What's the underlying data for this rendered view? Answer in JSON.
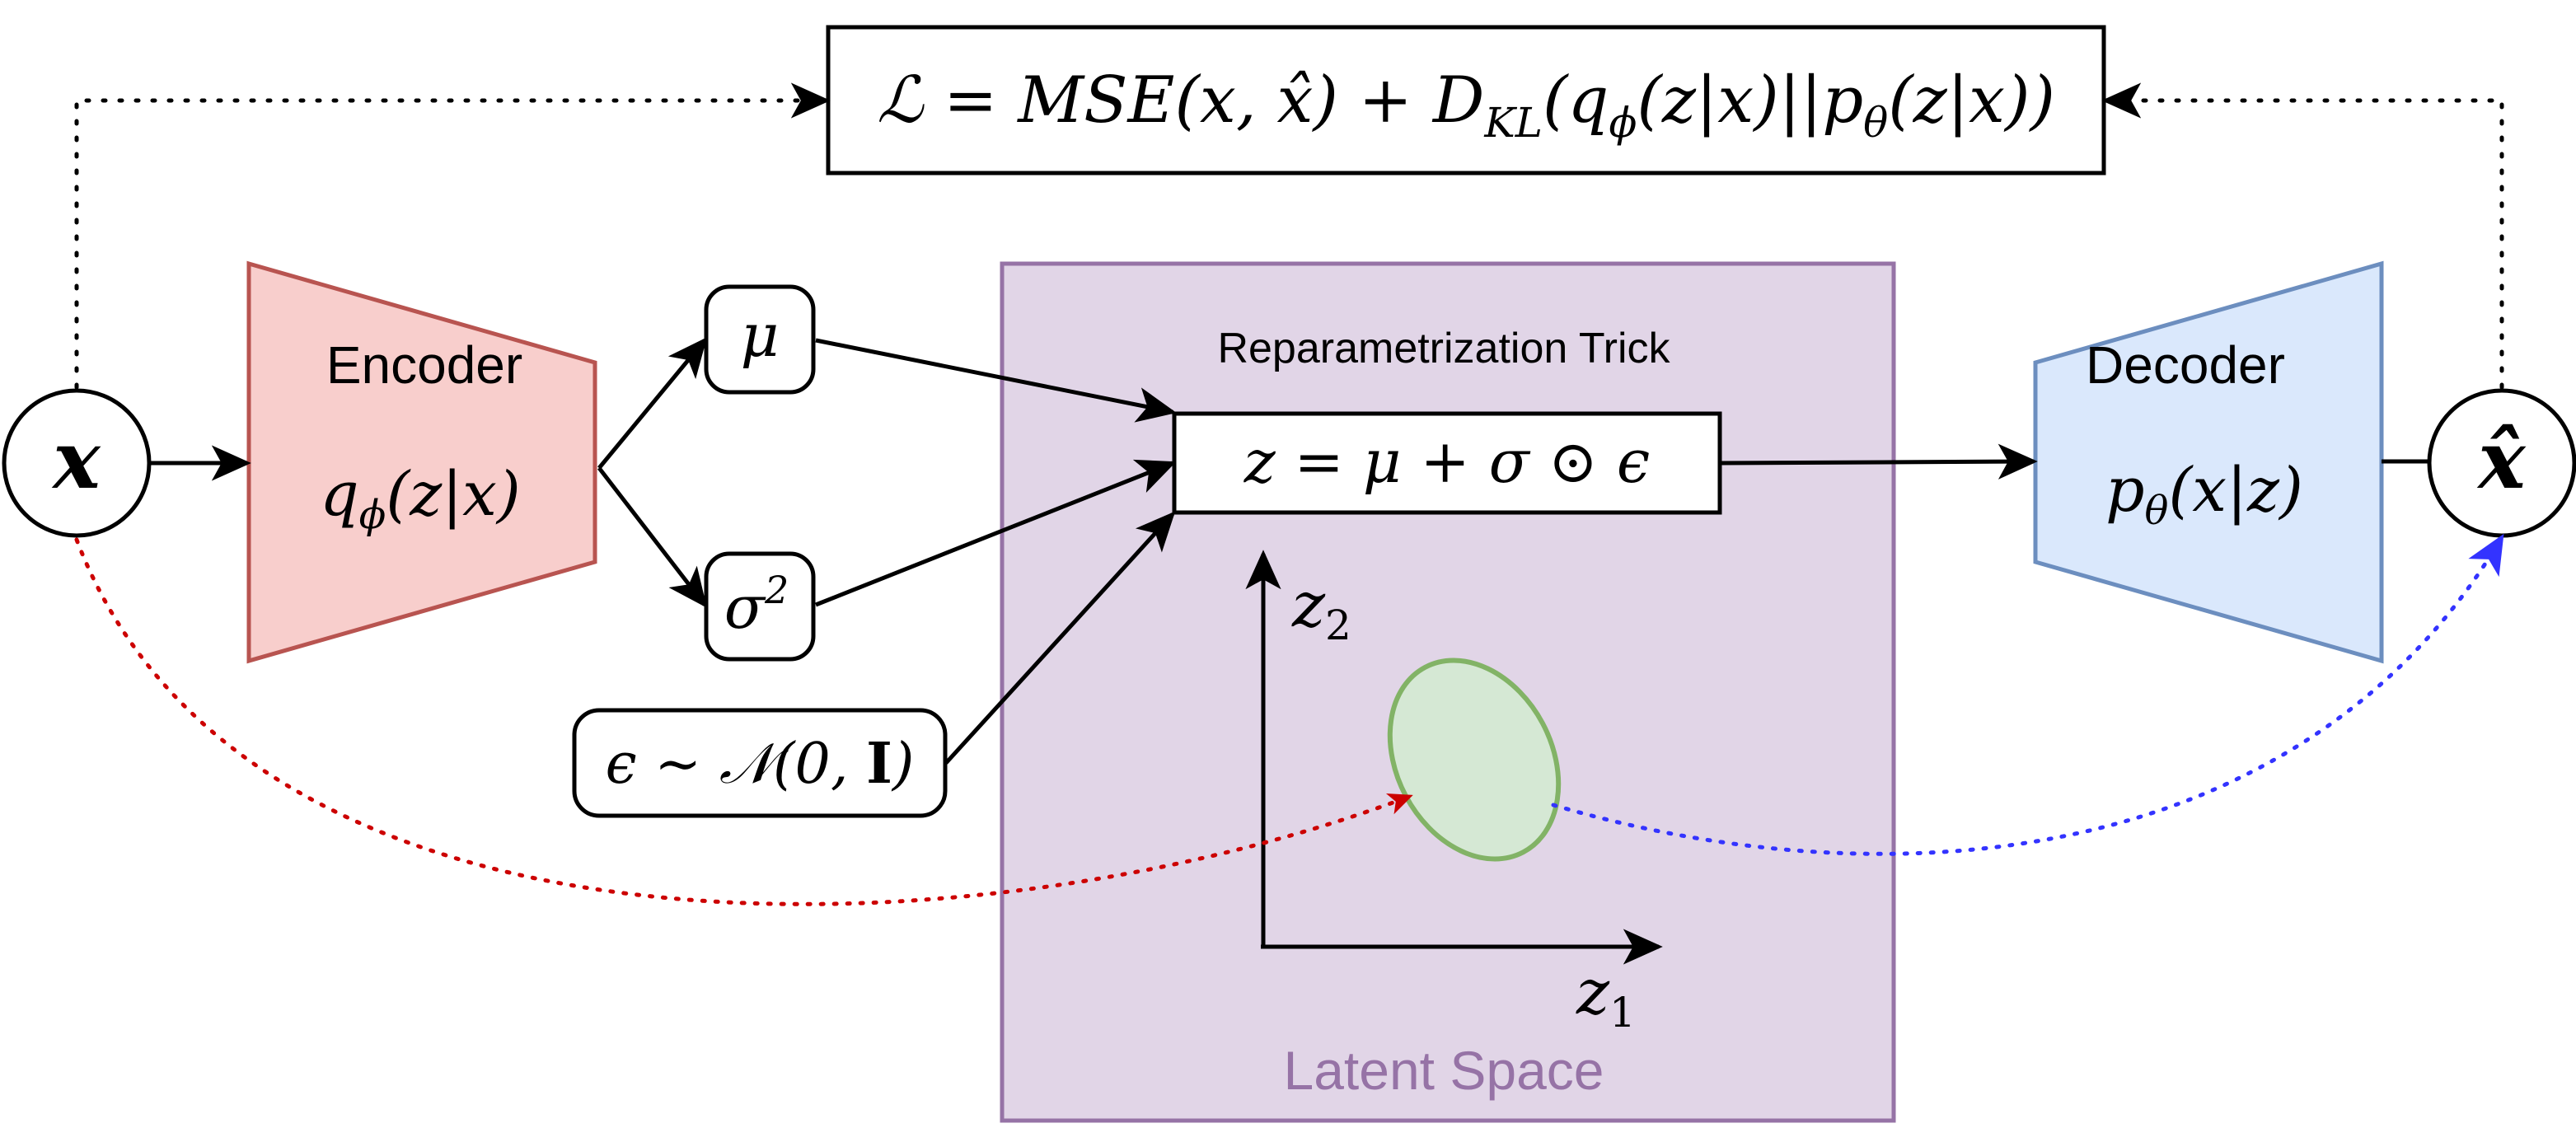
{
  "loss": {
    "text": "ℒ = MSE(x, x̂) + D",
    "kl_sub": "KL",
    "kl_rest": "(q",
    "q_sub": "ϕ",
    "q_rest": "(z|x)||p",
    "p_sub": "θ",
    "p_rest": "(z|x))"
  },
  "input_node": {
    "symbol": "x"
  },
  "output_node": {
    "symbol": "x̂"
  },
  "encoder": {
    "title": "Encoder",
    "formula_q": "q",
    "formula_sub": "ϕ",
    "formula_rest": "(z|x)"
  },
  "decoder": {
    "title": "Decoder",
    "formula_p": "p",
    "formula_sub": "θ",
    "formula_rest": "(x|z)"
  },
  "mu_node": {
    "symbol": "μ"
  },
  "sigma_node": {
    "symbol": "σ",
    "exp": "2"
  },
  "epsilon_node": {
    "text_a": "ϵ ∼ ",
    "text_n": "𝒩",
    "text_b": "(0, ",
    "text_i": "I",
    "text_c": ")"
  },
  "latent_space": {
    "label": "Latent Space",
    "caption": "Reparametrization Trick",
    "formula": "z = μ + σ ⊙ ϵ",
    "axis_x": "z",
    "axis_x_sub": "1",
    "axis_y": "z",
    "axis_y_sub": "2"
  },
  "colors": {
    "encoder_fill": "#f8cecc",
    "encoder_stroke": "#b85450",
    "decoder_fill": "#dae8fc",
    "decoder_stroke": "#6c8ebf",
    "latent_fill": "#e1d5e7",
    "latent_stroke": "#9673a6",
    "latent_label": "#9673a6",
    "ellipse_fill": "#d5e8d4",
    "ellipse_stroke": "#82b366",
    "red_path": "#cc0000",
    "blue_path": "#3333ff"
  }
}
